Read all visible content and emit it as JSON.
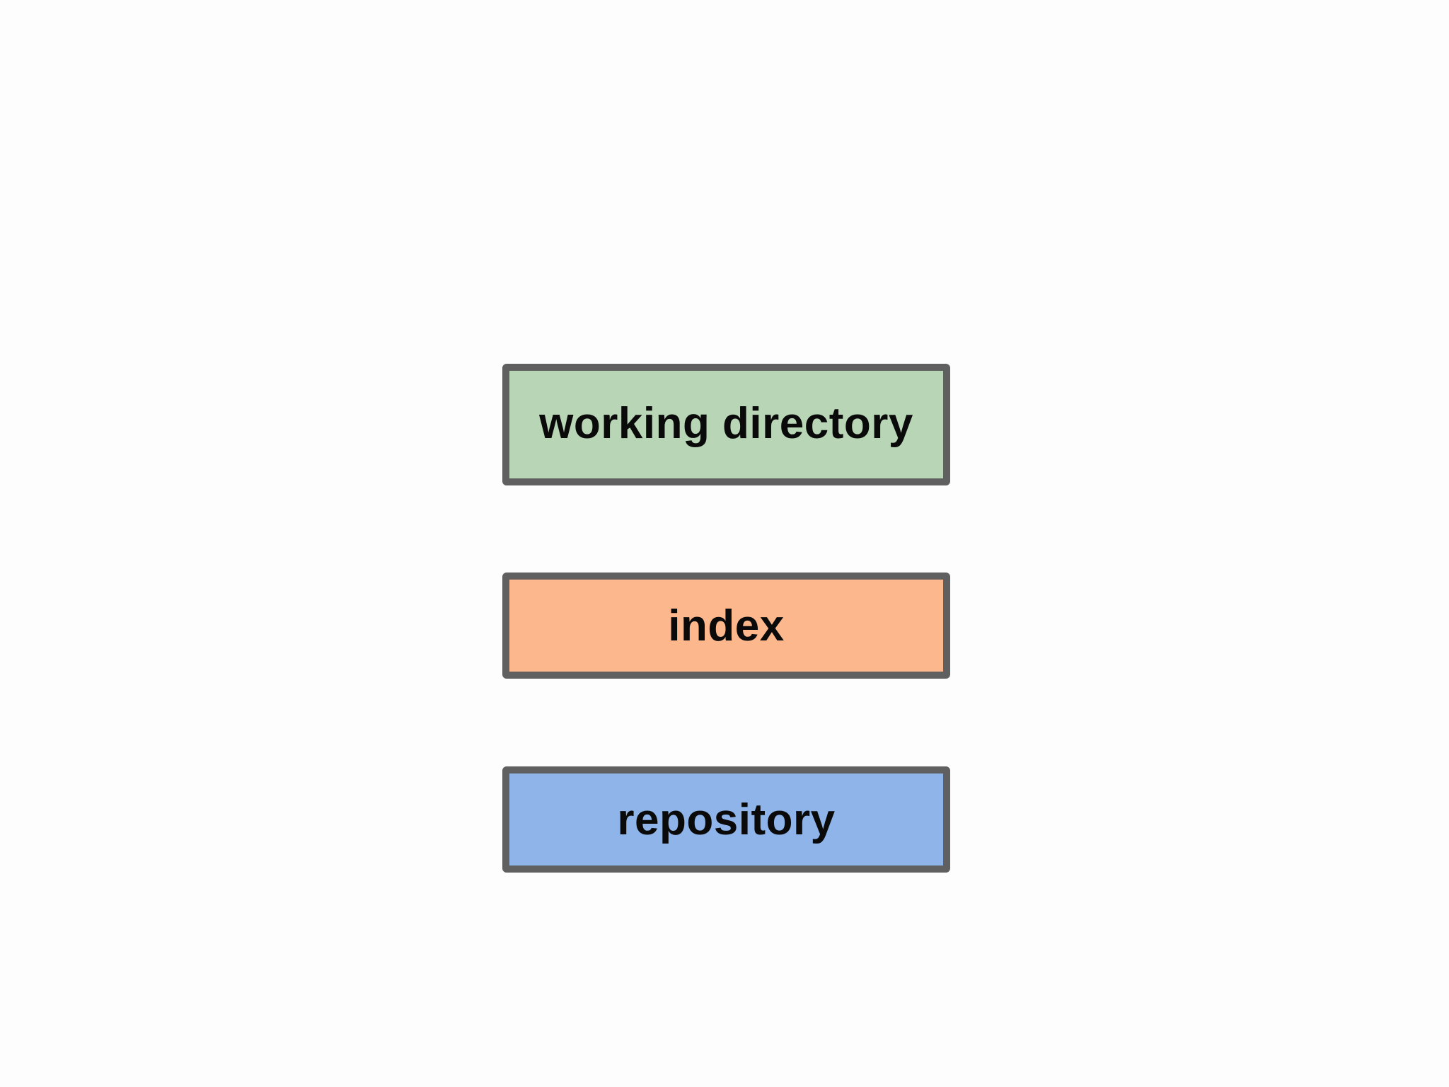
{
  "boxes": [
    {
      "label": "working directory",
      "color": "#b8d6b6"
    },
    {
      "label": "index",
      "color": "#fdb78c"
    },
    {
      "label": "repository",
      "color": "#8eb4e9"
    }
  ],
  "border_color": "#606060",
  "background_color": "#fdfdfd"
}
